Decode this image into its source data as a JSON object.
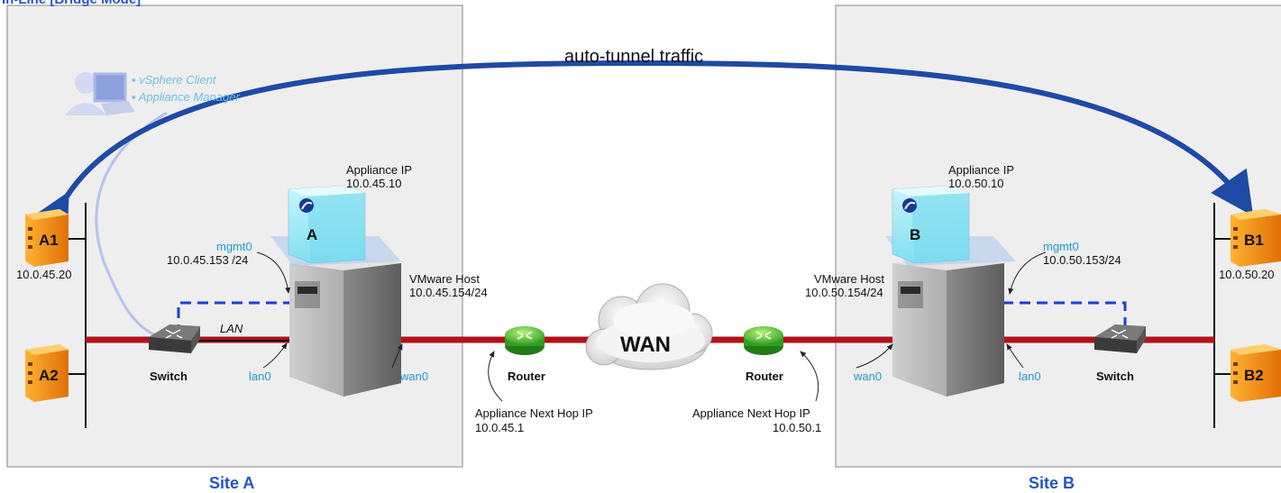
{
  "title": "In-Line [Bridge Mode]",
  "tunnel_label": "auto-tunnel traffic",
  "wan_label": "WAN",
  "client": {
    "items": [
      "vSphere Client",
      "Appliance Manager"
    ]
  },
  "site_a": {
    "name": "Site A",
    "appliance_letter": "A",
    "appliance_ip_label": "Appliance IP",
    "appliance_ip": "10.0.45.10",
    "mgmt_label": "mgmt0",
    "mgmt_ip": "10.0.45.153 /24",
    "host_label": "VMware Host",
    "host_ip": "10.0.45.154/24",
    "lan_port": "lan0",
    "wan_port": "wan0",
    "lan_label": "LAN",
    "switch_label": "Switch",
    "router_label": "Router",
    "next_hop_label": "Appliance Next Hop IP",
    "next_hop_ip": "10.0.45.1",
    "server1_label": "A1",
    "server1_ip": "10.0.45.20",
    "server2_label": "A2"
  },
  "site_b": {
    "name": "Site B",
    "appliance_letter": "B",
    "appliance_ip_label": "Appliance IP",
    "appliance_ip": "10.0.50.10",
    "mgmt_label": "mgmt0",
    "mgmt_ip": "10.0.50.153/24",
    "host_label": "VMware Host",
    "host_ip": "10.0.50.154/24",
    "lan_port": "lan0",
    "wan_port": "wan0",
    "switch_label": "Switch",
    "router_label": "Router",
    "next_hop_label": "Appliance Next Hop IP",
    "next_hop_ip": "10.0.50.1",
    "server1_label": "B1",
    "server1_ip": "10.0.50.20",
    "server2_label": "B2"
  },
  "colors": {
    "site_box": "#eeeeee",
    "network_line": "#b3121a",
    "tunnel_arrow": "#1e4aa6",
    "mgmt_link": "#1f3fd0",
    "port_text": "#1b9ad6",
    "site_title": "#2255c4",
    "server": "#f08a12",
    "router": "#3cb82a"
  }
}
